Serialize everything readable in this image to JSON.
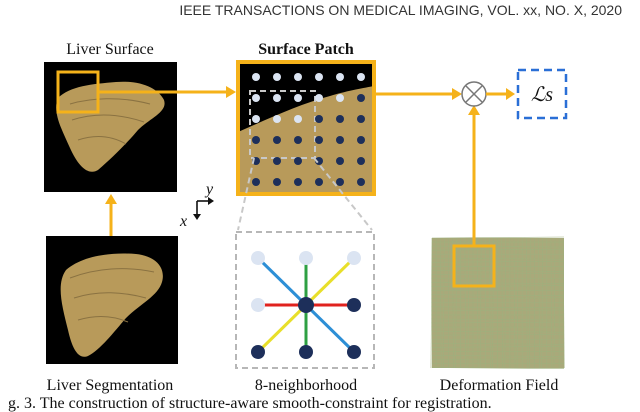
{
  "header": {
    "running_head": "IEEE TRANSACTIONS ON MEDICAL IMAGING, VOL. xx, NO. X, 2020"
  },
  "figure": {
    "labels": {
      "liver_surface": "Liver Surface",
      "surface_patch": "Surface Patch",
      "liver_segmentation": "Liver Segmentation",
      "neighborhood": "8-neighborhood",
      "deformation_field": "Deformation Field",
      "loss": "ℒs",
      "axis_x": "x",
      "axis_y": "y",
      "operator": "⊗"
    },
    "colors": {
      "orange": "#f5b21a",
      "light_dot": "#dbe4f2",
      "dark_dot": "#1d2f5a",
      "red": "#e0221e",
      "green": "#2ea043",
      "blue": "#2d8fd6",
      "yellow": "#e8df2a",
      "dashed_gray": "#b7b7b7",
      "loss_blue": "#2a6fd6",
      "liver": "#b89a5a"
    }
  },
  "caption": {
    "partial_text": "g. 3. The construction of structure-aware smooth-constraint for registration."
  }
}
